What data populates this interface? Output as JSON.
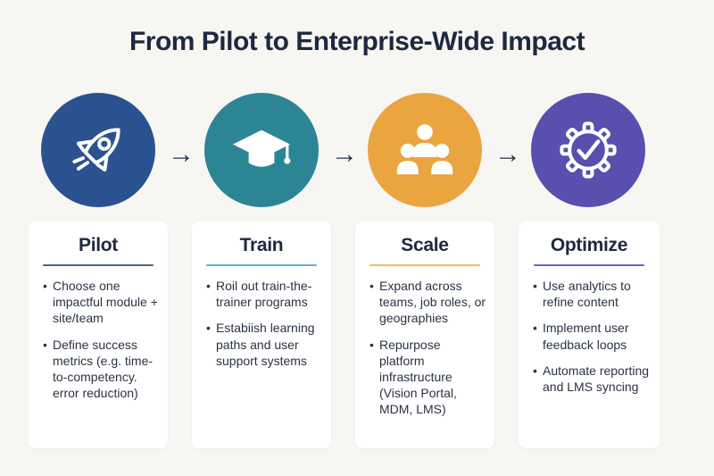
{
  "title": "From Pilot to Enterprise-Wide Impact",
  "arrow_glyph": "→",
  "colors": {
    "background": "#f7f6f2",
    "card_background": "#ffffff",
    "title_text": "#1e2940",
    "body_text": "#2a3342",
    "arrow": "#243049"
  },
  "stages": [
    {
      "name": "Pilot",
      "icon": "rocket-icon",
      "circle_color": "#2a5291",
      "underline_color": "#4e667f",
      "bullets": [
        "Choose one impactful module + site/team",
        "Define success metrics (e.g. time-to-competency. error reduction)"
      ]
    },
    {
      "name": "Train",
      "icon": "graduation-cap-icon",
      "circle_color": "#2b8595",
      "underline_color": "#63aecb",
      "bullets": [
        "Roil out train-the-trainer programs",
        "Estabiish learning paths and user support systems"
      ]
    },
    {
      "name": "Scale",
      "icon": "people-icon",
      "circle_color": "#eaa440",
      "underline_color": "#f5b860",
      "bullets": [
        "Expand across teams, job roles, or geographies",
        "Repurpose platform infrastructure (Vision Portal, MDM, LMS)"
      ]
    },
    {
      "name": "Optimize",
      "icon": "gear-check-icon",
      "circle_color": "#584fae",
      "underline_color": "#6c5fd8",
      "bullets": [
        "Use analytics to refine content",
        "Implement user feedback loops",
        "Automate reporting and LMS syncing"
      ]
    }
  ]
}
